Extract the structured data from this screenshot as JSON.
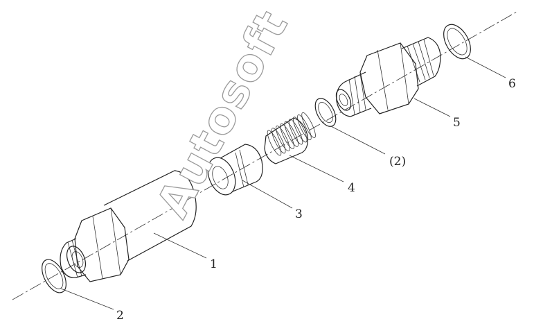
{
  "watermark": "Autosoft",
  "callouts": {
    "c1": "1",
    "c2_left": "2",
    "c2_paren": "(2)",
    "c3": "3",
    "c4": "4",
    "c5": "5",
    "c6": "6"
  }
}
